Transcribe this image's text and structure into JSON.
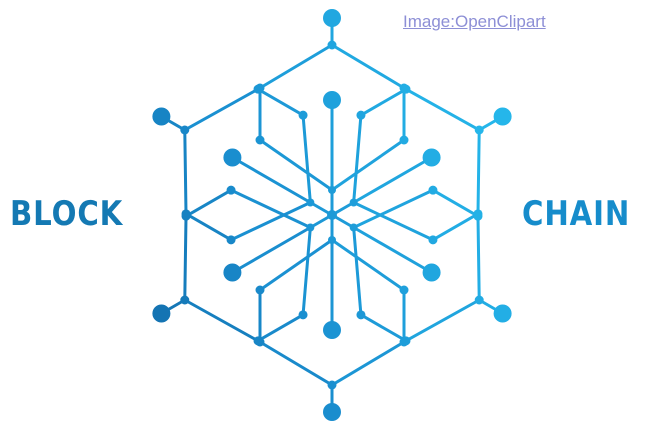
{
  "logo": {
    "word_left": "BLOCK",
    "word_right": "CHAIN",
    "icon": "blockchain-hexagon-network-icon",
    "colors": {
      "dark_blue": "#0f5e9c",
      "mid_blue": "#1a8fd0",
      "light_blue": "#25b6ea",
      "text_left": "#1479b3",
      "text_right": "#168ccb"
    }
  },
  "credit": {
    "link_text": "Image:OpenClipart",
    "color": "#8d8fd6"
  }
}
